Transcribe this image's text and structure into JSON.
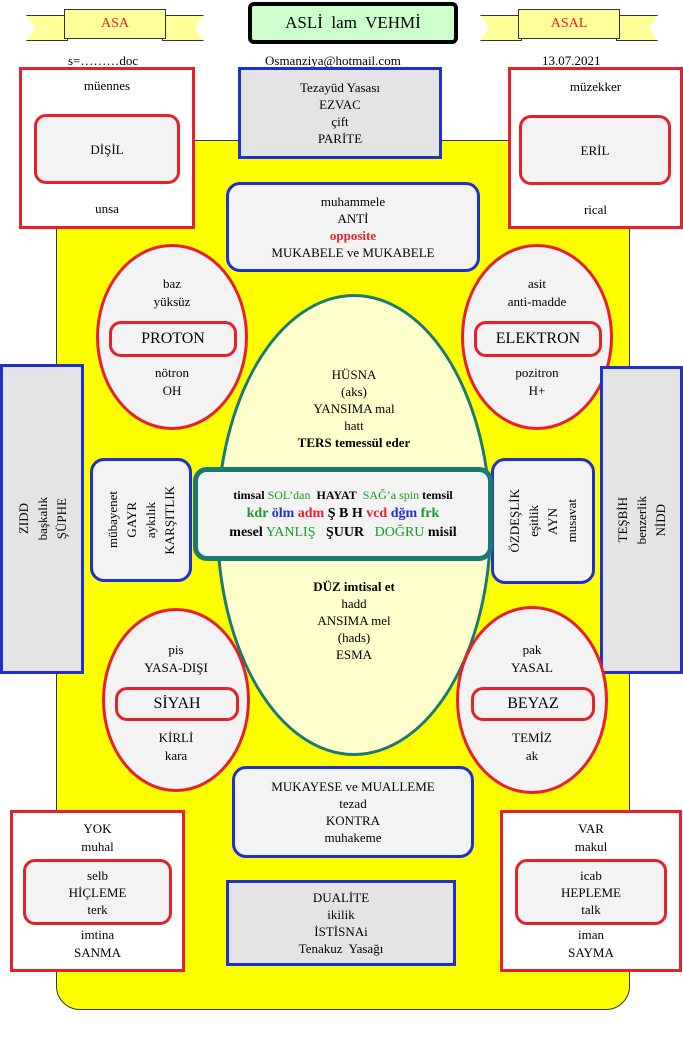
{
  "header": {
    "left_banner": "ASA",
    "right_banner": "ASAL",
    "title": "ASLİ  lam  VEHMİ",
    "doc": "s=………doc",
    "email": "Osmanziya@hotmail.com",
    "date": "13.07.2021"
  },
  "corners": {
    "top_left": {
      "top": "müennes",
      "label": "DİŞİL",
      "bottom": "unsa"
    },
    "top_right": {
      "top": "müzekker",
      "label": "ERİL",
      "bottom": "rical"
    },
    "bottom_left": {
      "top1": "YOK",
      "top2": "muhal",
      "inner1": "selb",
      "inner2": "HİÇLEME",
      "inner3": "terk",
      "bottom1": "imtina",
      "bottom2": "SANMA"
    },
    "bottom_right": {
      "top1": "VAR",
      "top2": "makul",
      "inner1": "icab",
      "inner2": "HEPLEME",
      "inner3": "talk",
      "bottom1": "iman",
      "bottom2": "SAYMA"
    }
  },
  "top_center": {
    "l1": "Tezayüd Yasası",
    "l2": "EZVAC",
    "l3": "çift",
    "l4": "PARİTE"
  },
  "opposite_box": {
    "l1": "muhammele",
    "l2": "ANTİ",
    "l3": "opposite",
    "l4": "MUKABELE ve MUKABELE"
  },
  "ellipses": {
    "proton": {
      "top1": "baz",
      "top2": "yüksüz",
      "label": "PROTON",
      "bottom1": "nötron",
      "bottom2": "OH"
    },
    "electron": {
      "top1": "asit",
      "top2": "anti-madde",
      "label": "ELEKTRON",
      "bottom1": "pozitron",
      "bottom2": "H+"
    },
    "black": {
      "top1": "pis",
      "top2": "YASA-DIŞI",
      "label": "SİYAH",
      "bottom1": "KİRLİ",
      "bottom2": "kara"
    },
    "white": {
      "top1": "pak",
      "top2": "YASAL",
      "label": "BEYAZ",
      "bottom1": "TEMİZ",
      "bottom2": "ak"
    }
  },
  "side_boxes": {
    "left_outer": {
      "l1": "ZIDD",
      "l2": "başkalık",
      "l3": "ŞÜPHE"
    },
    "right_outer": {
      "l1": "TEŞBİH",
      "l2": "benzerlik",
      "l3": "NİDD"
    },
    "left_inner": {
      "l1": "mübayenet",
      "l2": "GAYR",
      "l3": "aykılık",
      "l4": "KARŞITLIK"
    },
    "right_inner": {
      "l1": "ÖZDEŞLİK",
      "l2": "eşitlik",
      "l3": "AYN",
      "l4": "musavat"
    }
  },
  "center_oval": {
    "top": {
      "l1": "HÜSNA",
      "l2": "(aks)",
      "l3": "YANSIMA mal",
      "l4": "hatt",
      "l5": "TERS temessül eder"
    },
    "bottom": {
      "l1": "DÜZ imtisal et",
      "l2": "hadd",
      "l3": "ANSIMA mel",
      "l4": "(hads)",
      "l5": "ESMA"
    }
  },
  "center_box": {
    "r1": {
      "a": "timsal",
      "b": "SOL’dan",
      "c": "HAYAT",
      "d": "SAĞ’a spin",
      "e": "temsil"
    },
    "r2": {
      "a": "kdr",
      "b": "ölm",
      "c": "adm",
      "d": "Ş B H",
      "e": "vcd",
      "f": "dğm",
      "g": "frk"
    },
    "r3": {
      "a": "mesel",
      "b": "YANLIŞ",
      "c": "ŞUUR",
      "d": "DOĞRU",
      "e": "misil"
    }
  },
  "lower_center": {
    "l1": "MUKAYESE ve MUALLEME",
    "l2": "tezad",
    "l3": "KONTRA",
    "l4": "muhakeme"
  },
  "bottom_center": {
    "l1": "DUALİTE",
    "l2": "ikilik",
    "l3": "İSTİSNAi",
    "l4": "Tenakuz  Yasağı"
  },
  "colors": {
    "yellow": "#ffff00",
    "red": "#e8202a",
    "blue": "#1f2fd0",
    "teal": "#1a7a72",
    "grey": "#e4e4e4"
  }
}
